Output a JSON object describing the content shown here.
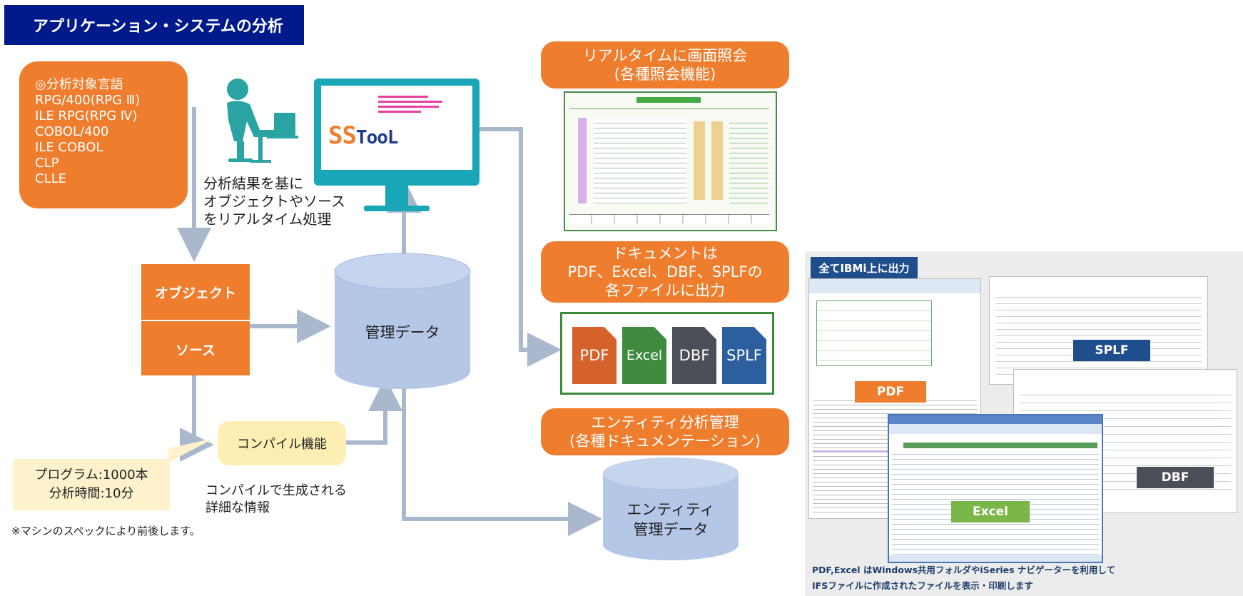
{
  "title": "アプリケーション・システムの分析",
  "languages": {
    "heading": "◎分析対象言語",
    "items": [
      "RPG/400(RPG Ⅲ)",
      "ILE RPG(RPG Ⅳ)",
      "COBOL/400",
      "ILE COBOL",
      "CLP",
      "CLLE"
    ]
  },
  "analysis_caption": [
    "分析結果を基に",
    "オブジェクトやソース",
    "をリアルタイム処理"
  ],
  "object_box": {
    "object": "オブジェクト",
    "source": "ソース"
  },
  "management_data": "管理データ",
  "compile": {
    "label": "コンパイル機能",
    "caption": [
      "コンパイルで生成される",
      "詳細な情報"
    ]
  },
  "stats": [
    "プログラム:1000本",
    "分析時間:10分"
  ],
  "footnote": "※マシンのスペックにより前後します。",
  "monitor_logo": "SSTooL",
  "realtime": [
    "リアルタイムに画面照会",
    "(各種照会機能)"
  ],
  "document_output": [
    "ドキュメントは",
    "PDF、Excel、DBF、SPLFの",
    "各ファイルに出力"
  ],
  "file_types": [
    {
      "label": "PDF",
      "color": "#d4622a"
    },
    {
      "label": "Excel",
      "color": "#3e8a3f"
    },
    {
      "label": "DBF",
      "color": "#4c4f57"
    },
    {
      "label": "SPLF",
      "color": "#2c5f9e"
    }
  ],
  "entity": [
    "エンティティ分析管理",
    "(各種ドキュメンテーション)"
  ],
  "entity_db": [
    "エンティティ",
    "管理データ"
  ],
  "ibmi_panel": {
    "header": "全てIBMi上に出力",
    "labels": {
      "pdf": "PDF",
      "splf": "SPLF",
      "excel": "Excel",
      "dbf": "DBF"
    },
    "caption": [
      "PDF,Excel はWindows共用フォルダやiSeries ナビゲーターを利用して",
      "IFSファイルに作成されたファイルを表示・印刷します"
    ]
  },
  "colors": {
    "orange": "#ef7d2e",
    "navy": "#001a8c",
    "db_blue": "#b4c7e7",
    "arrow": "#a9b8cc",
    "green": "#3a8a3a"
  }
}
